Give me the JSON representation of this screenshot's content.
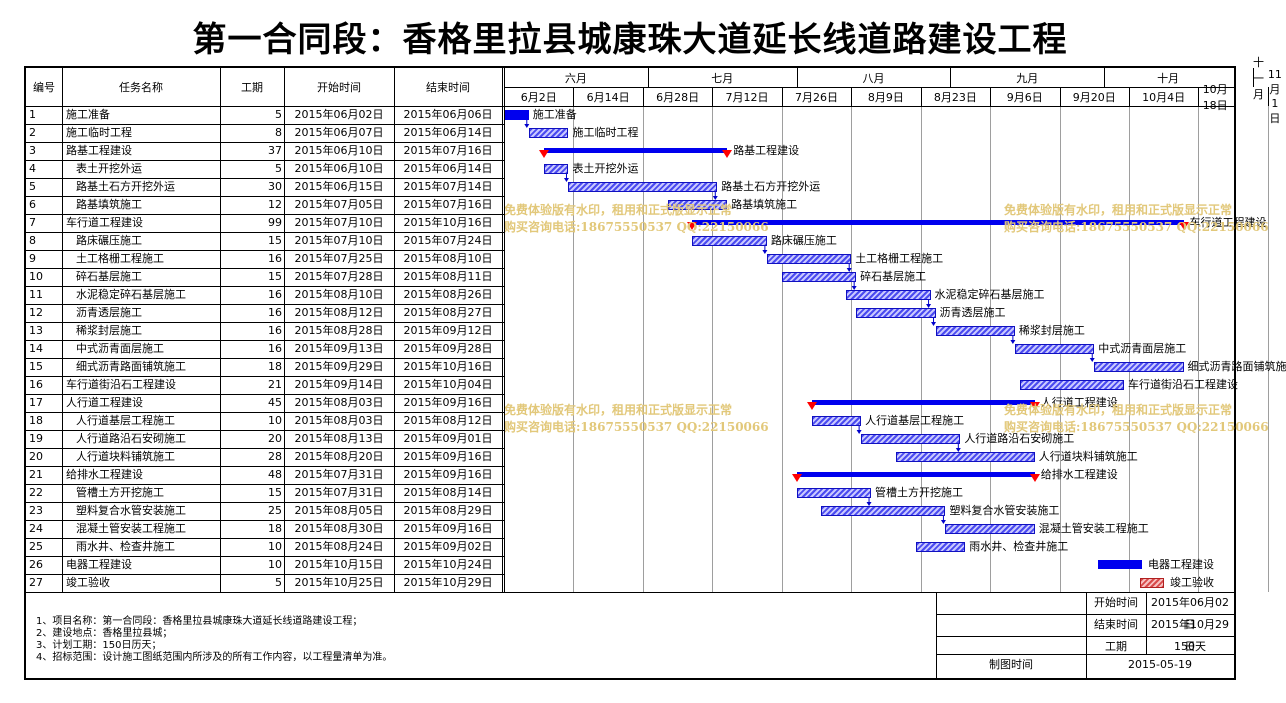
{
  "title": "第一合同段：香格里拉县城康珠大道延长线道路建设工程",
  "table": {
    "headers": {
      "id": "编号",
      "name": "任务名称",
      "duration": "工期",
      "start": "开始时间",
      "end": "结束时间"
    }
  },
  "timeline": {
    "months": [
      "六月",
      "七月",
      "八月",
      "九月",
      "十月",
      "十一月"
    ],
    "weeks": [
      "6月2日",
      "6月14日",
      "6月28日",
      "7月12日",
      "7月26日",
      "8月9日",
      "8月23日",
      "9月6日",
      "9月20日",
      "10月4日",
      "10月18日",
      "11月1日"
    ]
  },
  "tasks": [
    {
      "id": "1",
      "name": "施工准备",
      "indent": 0,
      "duration": "5",
      "start": "2015年06月02日",
      "end": "2015年06月06日",
      "type": "task"
    },
    {
      "id": "2",
      "name": "施工临时工程",
      "indent": 0,
      "duration": "8",
      "start": "2015年06月07日",
      "end": "2015年06月14日",
      "type": "task"
    },
    {
      "id": "3",
      "name": "路基工程建设",
      "indent": 0,
      "duration": "37",
      "start": "2015年06月10日",
      "end": "2015年07月16日",
      "type": "summary"
    },
    {
      "id": "4",
      "name": "表土开挖外运",
      "indent": 1,
      "duration": "5",
      "start": "2015年06月10日",
      "end": "2015年06月14日",
      "type": "task"
    },
    {
      "id": "5",
      "name": "路基土石方开挖外运",
      "indent": 1,
      "duration": "30",
      "start": "2015年06月15日",
      "end": "2015年07月14日",
      "type": "task"
    },
    {
      "id": "6",
      "name": "路基填筑施工",
      "indent": 1,
      "duration": "12",
      "start": "2015年07月05日",
      "end": "2015年07月16日",
      "type": "task"
    },
    {
      "id": "7",
      "name": "车行道工程建设",
      "indent": 0,
      "duration": "99",
      "start": "2015年07月10日",
      "end": "2015年10月16日",
      "type": "summary"
    },
    {
      "id": "8",
      "name": "路床碾压施工",
      "indent": 1,
      "duration": "15",
      "start": "2015年07月10日",
      "end": "2015年07月24日",
      "type": "task"
    },
    {
      "id": "9",
      "name": "土工格栅工程施工",
      "indent": 1,
      "duration": "16",
      "start": "2015年07月25日",
      "end": "2015年08月10日",
      "type": "task"
    },
    {
      "id": "10",
      "name": "碎石基层施工",
      "indent": 1,
      "duration": "15",
      "start": "2015年07月28日",
      "end": "2015年08月11日",
      "type": "task"
    },
    {
      "id": "11",
      "name": "水泥稳定碎石基层施工",
      "indent": 1,
      "duration": "16",
      "start": "2015年08月10日",
      "end": "2015年08月26日",
      "type": "task"
    },
    {
      "id": "12",
      "name": "沥青透层施工",
      "indent": 1,
      "duration": "16",
      "start": "2015年08月12日",
      "end": "2015年08月27日",
      "type": "task"
    },
    {
      "id": "13",
      "name": "稀浆封层施工",
      "indent": 1,
      "duration": "16",
      "start": "2015年08月28日",
      "end": "2015年09月12日",
      "type": "task"
    },
    {
      "id": "14",
      "name": "中式沥青面层施工",
      "indent": 1,
      "duration": "16",
      "start": "2015年09月13日",
      "end": "2015年09月28日",
      "type": "task"
    },
    {
      "id": "15",
      "name": "细式沥青路面铺筑施工",
      "indent": 1,
      "duration": "18",
      "start": "2015年09月29日",
      "end": "2015年10月16日",
      "type": "task"
    },
    {
      "id": "16",
      "name": "车行道街沿石工程建设",
      "indent": 0,
      "duration": "21",
      "start": "2015年09月14日",
      "end": "2015年10月04日",
      "type": "task"
    },
    {
      "id": "17",
      "name": "人行道工程建设",
      "indent": 0,
      "duration": "45",
      "start": "2015年08月03日",
      "end": "2015年09月16日",
      "type": "summary"
    },
    {
      "id": "18",
      "name": "人行道基层工程施工",
      "indent": 1,
      "duration": "10",
      "start": "2015年08月03日",
      "end": "2015年08月12日",
      "type": "task"
    },
    {
      "id": "19",
      "name": "人行道路沿石安砌施工",
      "indent": 1,
      "duration": "20",
      "start": "2015年08月13日",
      "end": "2015年09月01日",
      "type": "task"
    },
    {
      "id": "20",
      "name": "人行道块料铺筑施工",
      "indent": 1,
      "duration": "28",
      "start": "2015年08月20日",
      "end": "2015年09月16日",
      "type": "task"
    },
    {
      "id": "21",
      "name": "给排水工程建设",
      "indent": 0,
      "duration": "48",
      "start": "2015年07月31日",
      "end": "2015年09月16日",
      "type": "summary"
    },
    {
      "id": "22",
      "name": "管槽土方开挖施工",
      "indent": 1,
      "duration": "15",
      "start": "2015年07月31日",
      "end": "2015年08月14日",
      "type": "task"
    },
    {
      "id": "23",
      "name": "塑料复合水管安装施工",
      "indent": 1,
      "duration": "25",
      "start": "2015年08月05日",
      "end": "2015年08月29日",
      "type": "task"
    },
    {
      "id": "24",
      "name": "混凝土管安装工程施工",
      "indent": 1,
      "duration": "18",
      "start": "2015年08月30日",
      "end": "2015年09月16日",
      "type": "task"
    },
    {
      "id": "25",
      "name": "雨水井、检查井施工",
      "indent": 1,
      "duration": "10",
      "start": "2015年08月24日",
      "end": "2015年09月02日",
      "type": "task"
    },
    {
      "id": "26",
      "name": "电器工程建设",
      "indent": 0,
      "duration": "10",
      "start": "2015年10月15日",
      "end": "2015年10月24日",
      "type": "legend-blue"
    },
    {
      "id": "27",
      "name": "竣工验收",
      "indent": 0,
      "duration": "5",
      "start": "2015年10月25日",
      "end": "2015年10月29日",
      "type": "legend-red"
    }
  ],
  "watermark": {
    "line1": "免费体验版有水印，租用和正式版显示正常",
    "line2": "购买咨询电话:18675550537 QQ:22150066"
  },
  "notes": [
    "1、项目名称：第一合同段：香格里拉县城康珠大道延长线道路建设工程；",
    "2、建设地点：香格里拉县城；",
    "3、计划工期：150日历天；",
    "4、招标范围：设计施工图纸范围内所涉及的所有工作内容，以工程量清单为准。"
  ],
  "info": {
    "start_label": "开始时间",
    "start_value": "2015年06月02日",
    "end_label": "结束时间",
    "end_value": "2015年10月29日",
    "duration_label": "工期",
    "duration_value": "150天",
    "drawn_label": "制图时间",
    "drawn_value": "2015-05-19"
  },
  "colors": {
    "summary": "#0000ee",
    "task_bar": "#4a4af0",
    "milestone": "#ff0000",
    "acceptance": "#d84a4a",
    "watermark": "#e2c87a"
  }
}
